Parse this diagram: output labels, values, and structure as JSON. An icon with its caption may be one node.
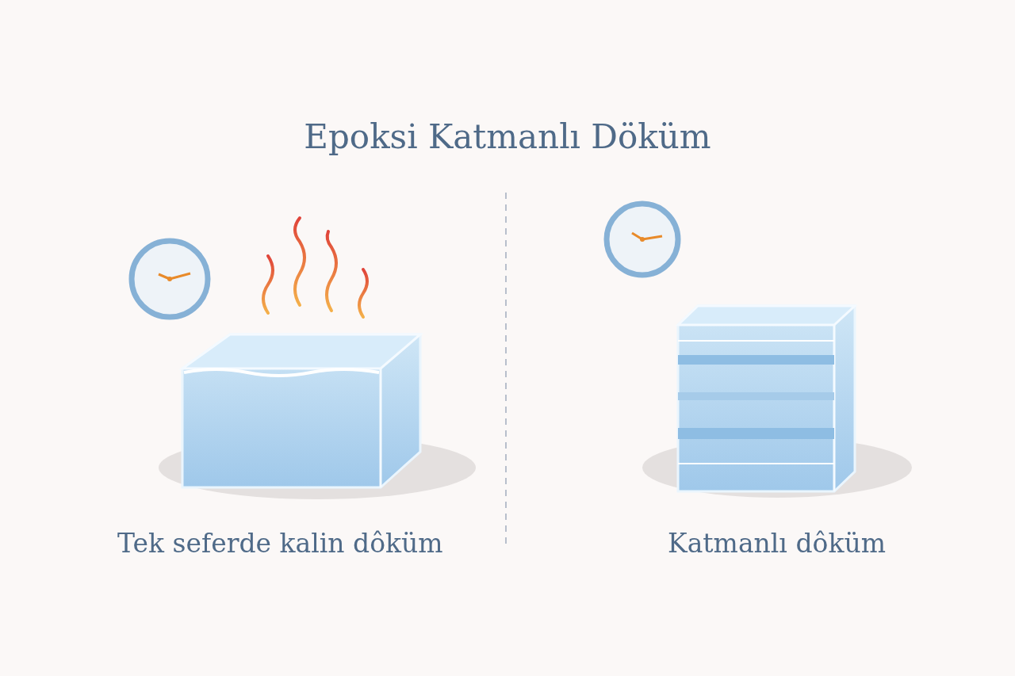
{
  "diagram": {
    "title": "Epoksi Katmanlı Döküm",
    "labels": [
      "Tek seferde kalin dôküm",
      "Katmanlı dôküm"
    ]
  }
}
